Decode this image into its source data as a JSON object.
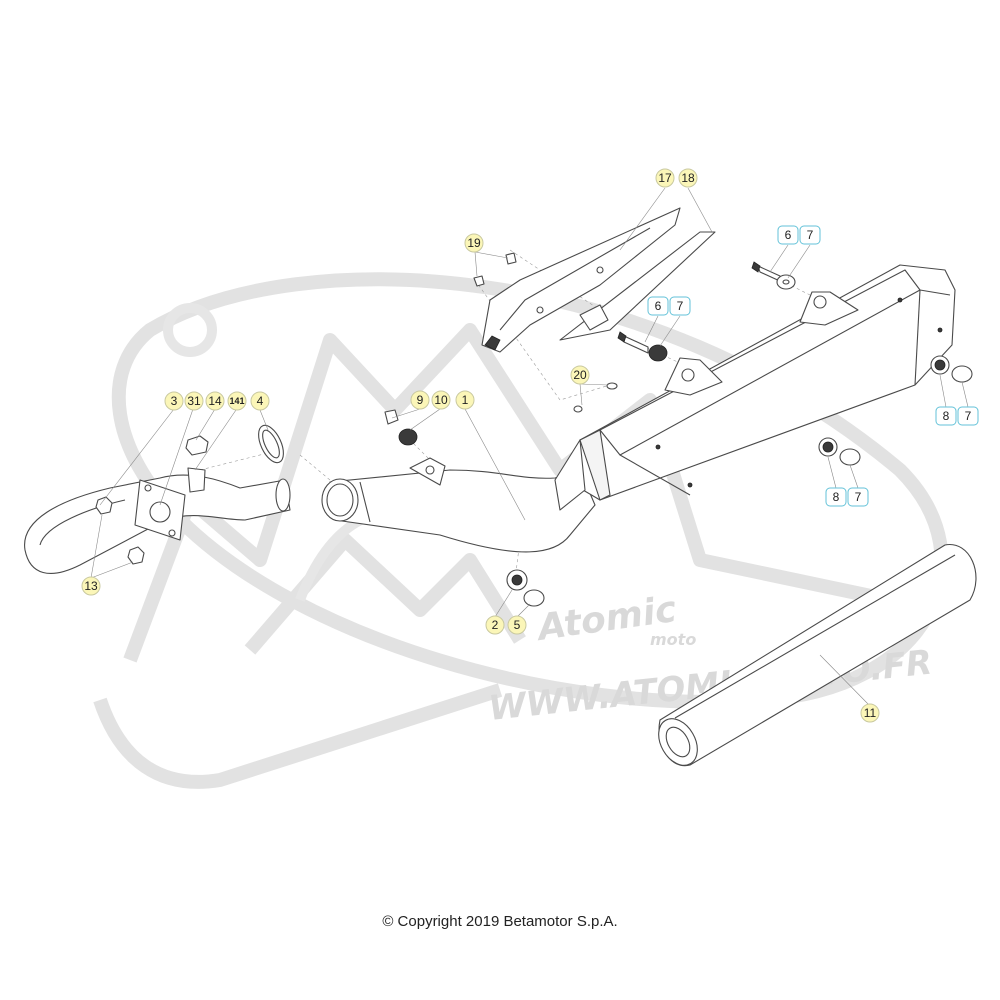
{
  "watermark": {
    "brand": "Atomic",
    "brand_sub": "moto",
    "url": "WWW.ATOMICMOTO.FR"
  },
  "callouts": {
    "c1": "1",
    "c2": "2",
    "c3": "3",
    "c4": "4",
    "c5": "5",
    "c6a": "6",
    "c7a": "7",
    "c6b": "6",
    "c7b": "7",
    "c8a": "8",
    "c7c": "7",
    "c8b": "8",
    "c7d": "7",
    "c9": "9",
    "c10": "10",
    "c11": "11",
    "c13": "13",
    "c14": "14",
    "c17": "17",
    "c18": "18",
    "c19": "19",
    "c20": "20",
    "c31": "31",
    "c141": "141"
  },
  "copyright": "© Copyright 2019 Betamotor S.p.A."
}
